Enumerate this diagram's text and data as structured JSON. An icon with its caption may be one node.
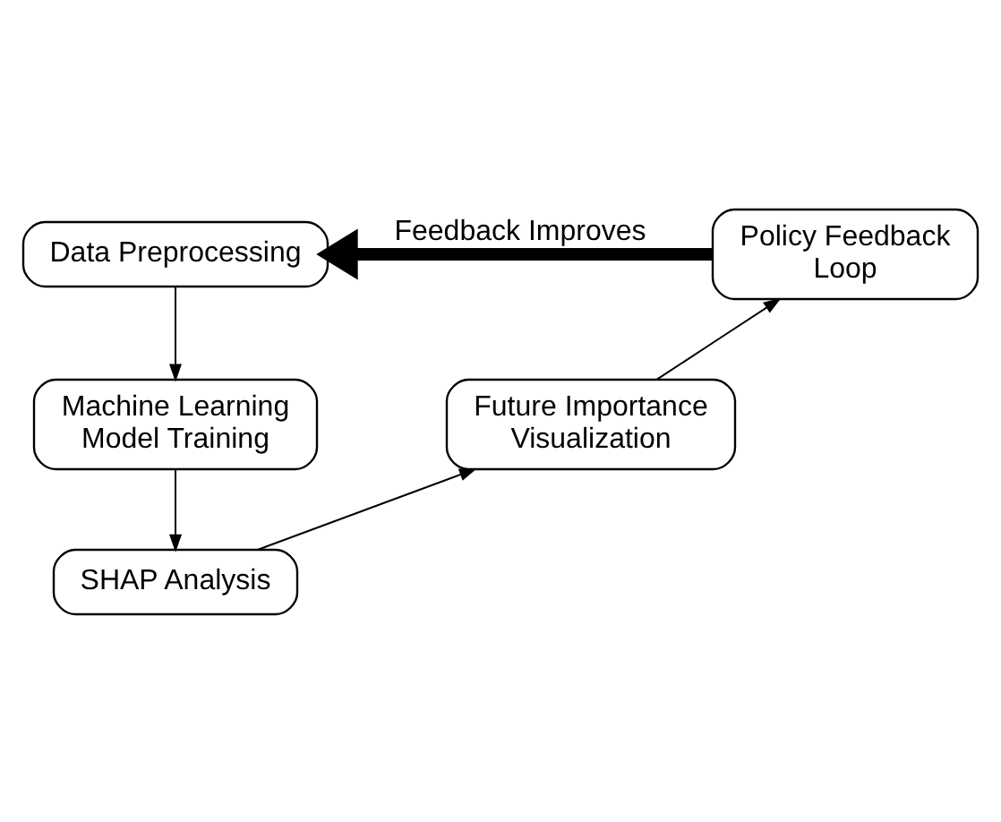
{
  "diagram": {
    "nodes": [
      {
        "text": [
          "Data Preprocessing"
        ]
      },
      {
        "text": [
          "Machine Learning Model Training"
        ]
      },
      {
        "text": [
          "SHAP Analysis"
        ]
      },
      {
        "text": [
          "Future Importance Visualization"
        ]
      },
      {
        "text": [
          "Policy Feedback Loop"
        ]
      }
    ],
    "edges": [
      {
        "from": 0,
        "to": 1,
        "arrow": "to"
      },
      {
        "from": 1,
        "to": 2,
        "arrow": "to"
      },
      {
        "from": 2,
        "to": 3,
        "arrow": "to"
      },
      {
        "from": 3,
        "to": 4,
        "arrow": "to"
      },
      {
        "from": 4,
        "to": 0,
        "arrow": "to",
        "label": "Feedback Improves",
        "style": "thick"
      }
    ]
  }
}
